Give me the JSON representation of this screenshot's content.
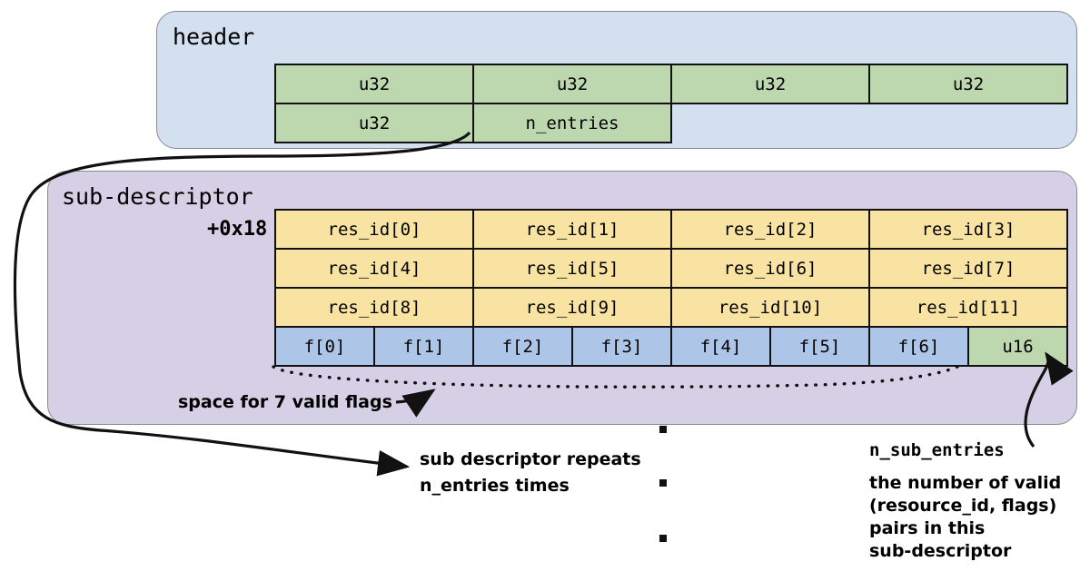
{
  "diagram": {
    "title_header": "header",
    "title_sub": "sub-descriptor",
    "offset_label": "+0x18"
  },
  "header_table": {
    "rows": [
      [
        "u32",
        "u32",
        "u32",
        "u32"
      ],
      [
        "u32",
        "n_entries",
        "",
        ""
      ]
    ]
  },
  "sub_table": {
    "res_rows": [
      [
        "res_id[0]",
        "res_id[1]",
        "res_id[2]",
        "res_id[3]"
      ],
      [
        "res_id[4]",
        "res_id[5]",
        "res_id[6]",
        "res_id[7]"
      ],
      [
        "res_id[8]",
        "res_id[9]",
        "res_id[10]",
        "res_id[11]"
      ]
    ],
    "flags_row": [
      "f[0]",
      "f[1]",
      "f[2]",
      "f[3]",
      "f[4]",
      "f[5]",
      "f[6]"
    ],
    "trailing_cell": "u16"
  },
  "annotations": {
    "flags_note": "space for 7 valid flags",
    "repeat_line1": "sub descriptor repeats",
    "repeat_line2": "n_entries times",
    "n_sub_entries_label": "n_sub_entries",
    "n_sub_desc_line1": "the number of valid",
    "n_sub_desc_line2": "(resource_id, flags)",
    "n_sub_desc_line3": "pairs in this",
    "n_sub_desc_line4": "sub-descriptor"
  },
  "colors": {
    "header_bg": "#d3e0ef",
    "sub_bg": "#d5d0e5",
    "green_cell": "#bdd7ae",
    "yellow_cell": "#f8e3a2",
    "blue_cell": "#adc6e8",
    "stroke": "#111111"
  }
}
